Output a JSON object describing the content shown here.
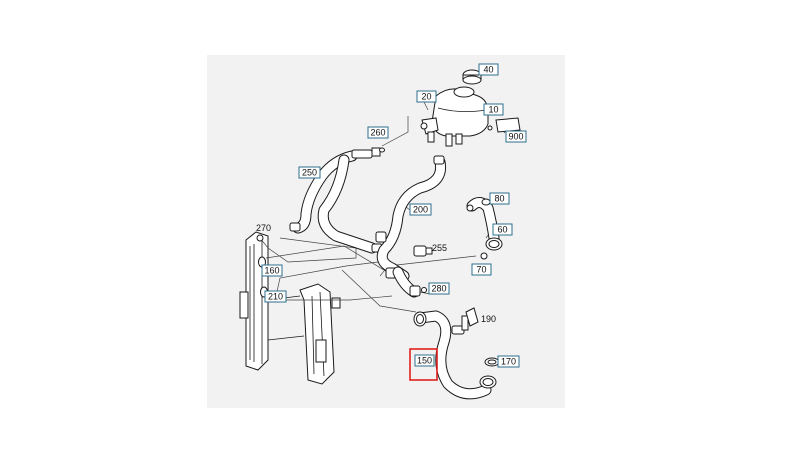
{
  "diagram": {
    "callouts": [
      {
        "id": "c40",
        "text": "40",
        "boxed": true
      },
      {
        "id": "c20",
        "text": "20",
        "boxed": true
      },
      {
        "id": "c10",
        "text": "10",
        "boxed": true
      },
      {
        "id": "c900",
        "text": "900",
        "boxed": true
      },
      {
        "id": "c260",
        "text": "260",
        "boxed": true
      },
      {
        "id": "c250",
        "text": "250",
        "boxed": true
      },
      {
        "id": "c200",
        "text": "200",
        "boxed": true
      },
      {
        "id": "c80",
        "text": "80",
        "boxed": true
      },
      {
        "id": "c60",
        "text": "60",
        "boxed": true
      },
      {
        "id": "c270",
        "text": "270",
        "boxed": false
      },
      {
        "id": "c255",
        "text": "255",
        "boxed": false
      },
      {
        "id": "c160",
        "text": "160",
        "boxed": true
      },
      {
        "id": "c70",
        "text": "70",
        "boxed": true
      },
      {
        "id": "c210",
        "text": "210",
        "boxed": true
      },
      {
        "id": "c280",
        "text": "280",
        "boxed": true
      },
      {
        "id": "c190",
        "text": "190",
        "boxed": false
      },
      {
        "id": "c150",
        "text": "150",
        "boxed": true,
        "highlighted": true
      },
      {
        "id": "c170",
        "text": "170",
        "boxed": true
      }
    ],
    "highlight_color": "#e0201e",
    "box_color": "#2e6f8e"
  }
}
